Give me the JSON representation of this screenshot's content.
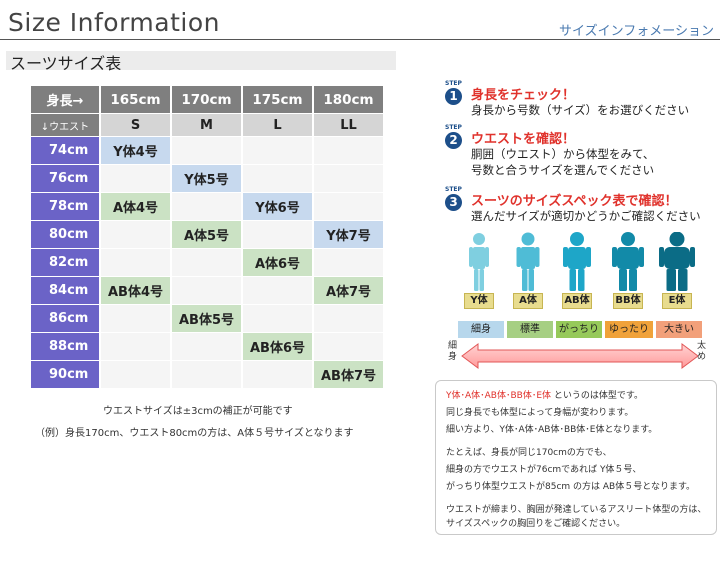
{
  "header": {
    "title": "Size Information",
    "subtitle": "サイズインフォメーション"
  },
  "section": {
    "title": "スーツサイズ表"
  },
  "table": {
    "corner_top": "身長→",
    "corner_bottom": "↓ウエスト",
    "heights": [
      "165cm",
      "170cm",
      "175cm",
      "180cm"
    ],
    "sizes": [
      "S",
      "M",
      "L",
      "LL"
    ],
    "rows": [
      {
        "waist": "74cm",
        "cells": [
          "Y体4号",
          "",
          "",
          ""
        ]
      },
      {
        "waist": "76cm",
        "cells": [
          "",
          "Y体5号",
          "",
          ""
        ]
      },
      {
        "waist": "78cm",
        "cells": [
          "A体4号",
          "",
          "Y体6号",
          ""
        ]
      },
      {
        "waist": "80cm",
        "cells": [
          "",
          "A体5号",
          "",
          "Y体7号"
        ]
      },
      {
        "waist": "82cm",
        "cells": [
          "",
          "",
          "A体6号",
          ""
        ]
      },
      {
        "waist": "84cm",
        "cells": [
          "AB体4号",
          "",
          "",
          "A体7号"
        ]
      },
      {
        "waist": "86cm",
        "cells": [
          "",
          "AB体5号",
          "",
          ""
        ]
      },
      {
        "waist": "88cm",
        "cells": [
          "",
          "",
          "AB体6号",
          ""
        ]
      },
      {
        "waist": "90cm",
        "cells": [
          "",
          "",
          "",
          "AB体7号"
        ]
      }
    ]
  },
  "notes": {
    "note1": "ウエストサイズは±3cmの補正が可能です",
    "note2": "（例）身長170cm、ウエスト80cmの方は、A体５号サイズとなります"
  },
  "steps": [
    {
      "label": "STEP",
      "num": "1",
      "head": "身長をチェック！",
      "body": [
        "身長から号数（サイズ）をお選びください"
      ]
    },
    {
      "label": "STEP",
      "num": "2",
      "head": "ウエストを確認！",
      "body": [
        "胴囲（ウエスト）から体型をみて、",
        "号数と合うサイズを選んでください"
      ]
    },
    {
      "label": "STEP",
      "num": "3",
      "head": "スーツのサイズスペック表で確認！",
      "body": [
        "選んだサイズが適切かどうかご確認ください"
      ]
    }
  ],
  "body_types": {
    "labels": [
      "Y体",
      "A体",
      "AB体",
      "BB体",
      "E体"
    ],
    "fits": [
      "細身",
      "標準",
      "がっちり",
      "ゆったり",
      "大きい"
    ],
    "arrow_left": "細身",
    "arrow_right": "太め",
    "colors": {
      "figures": [
        "#7fcfe0",
        "#4fbcd6",
        "#1ea6c8",
        "#128aa8",
        "#0b6c86"
      ],
      "fits": [
        "#b7d7ec",
        "#a6cf83",
        "#96c95a",
        "#f0a23a",
        "#f2a07a"
      ]
    }
  },
  "info": {
    "line1_red": "Y体･A体･AB体･BB体･E体",
    "line1_rest": "というのは体型です。",
    "line2": "同じ身長でも体型によって身幅が変わります。",
    "line3": "細い方より、Y体･A体･AB体･BB体･E体となります。",
    "line4": "たとえば、身長が同じ170cmの方でも、",
    "line5": "細身の方でウエストが76cmであれば Y体５号、",
    "line6": "がっちり体型ウエストが85cm の方は AB体５号となります。",
    "line7": "ウエストが締まり、胸囲が発達しているアスリート体型の方は、",
    "line8": "サイズスペックの胸回りをご確認ください。"
  }
}
